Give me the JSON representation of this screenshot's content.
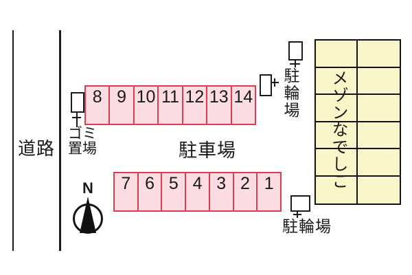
{
  "road": {
    "label": "道路"
  },
  "parking": {
    "area_label": "駐車場",
    "top_row": [
      "8",
      "9",
      "10",
      "11",
      "12",
      "13",
      "14"
    ],
    "bottom_row": [
      "7",
      "6",
      "5",
      "4",
      "3",
      "2",
      "1"
    ]
  },
  "garbage": {
    "label": "ゴミ置場",
    "lines": [
      "ゴミ",
      "置場"
    ]
  },
  "bicycle": {
    "top_label": "駐輪場",
    "bottom_label": "駐輪場"
  },
  "building": {
    "name": "メゾンなでしこ",
    "rows": 6,
    "columns": 2
  },
  "compass": {
    "north_label": "N"
  },
  "colors": {
    "stall_fill": "#fbdce3",
    "stall_border": "#dc3c4e",
    "building_fill": "#faf5c8",
    "line": "#1a1a1a",
    "background": "#ffffff"
  }
}
